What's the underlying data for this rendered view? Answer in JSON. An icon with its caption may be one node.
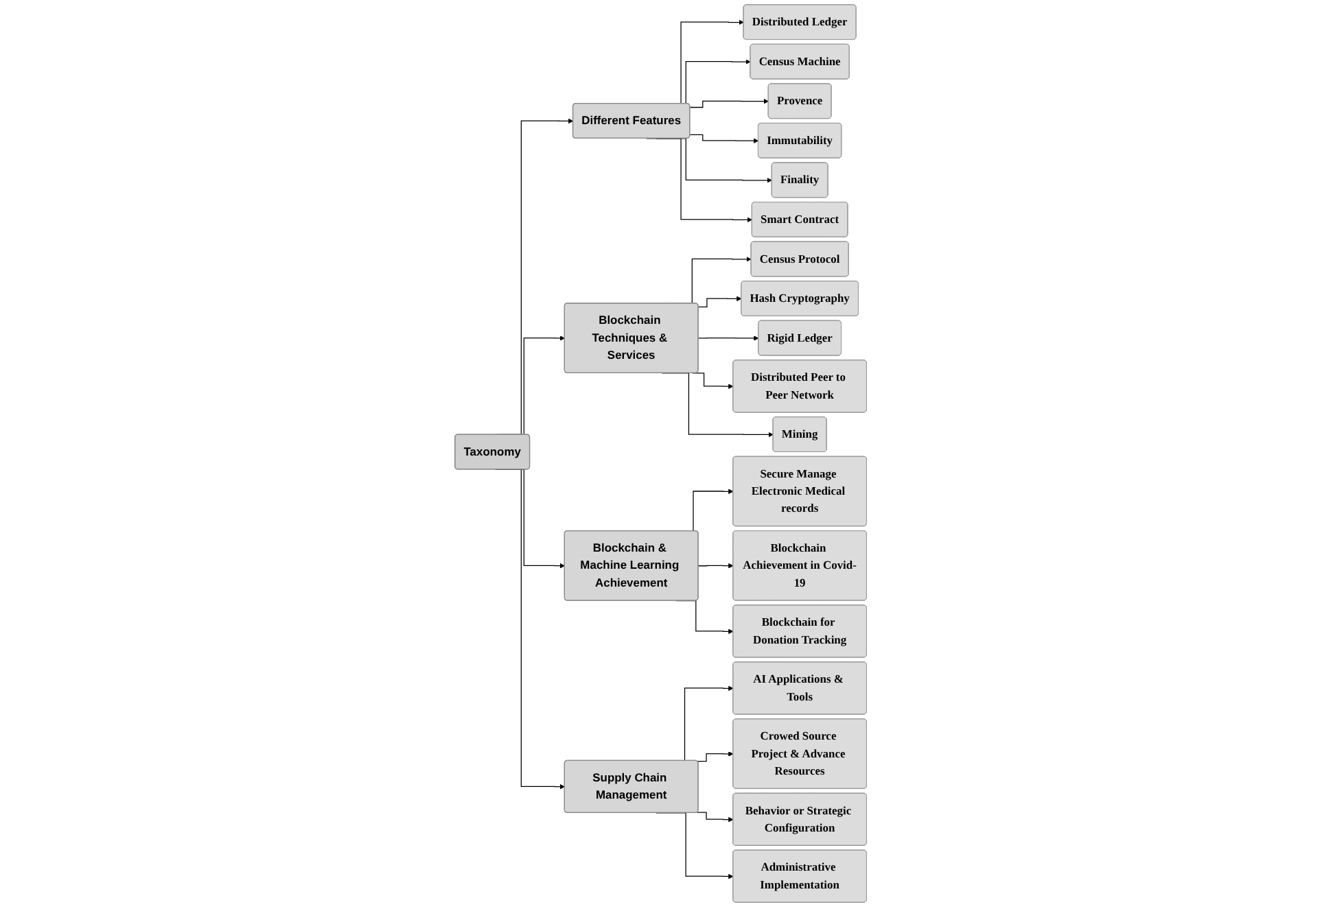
{
  "diagram": {
    "nodes": [
      {
        "text": [
          "Taxonomy"
        ]
      },
      {
        "text": [
          "Different Features"
        ]
      },
      {
        "text": [
          "Blockchain Techniques & Services"
        ]
      },
      {
        "text": [
          "Blockchain & Machine Learning Achievement"
        ]
      },
      {
        "text": [
          "Supply Chain Management"
        ]
      },
      {
        "text": [
          "Distributed Ledger"
        ]
      },
      {
        "text": [
          "Census Machine"
        ]
      },
      {
        "text": [
          "Provence"
        ]
      },
      {
        "text": [
          "Immutability"
        ]
      },
      {
        "text": [
          "Finality"
        ]
      },
      {
        "text": [
          "Smart Contract"
        ]
      },
      {
        "text": [
          "Census Protocol"
        ]
      },
      {
        "text": [
          "Hash Cryptography"
        ]
      },
      {
        "text": [
          "Rigid Ledger"
        ]
      },
      {
        "text": [
          "Distributed Peer to Peer Network"
        ]
      },
      {
        "text": [
          "Mining"
        ]
      },
      {
        "text": [
          "Secure Manage Electronic Medical records"
        ]
      },
      {
        "text": [
          "Blockchain Achievement in Covid-19"
        ]
      },
      {
        "text": [
          "Blockchain for Donation Tracking"
        ]
      },
      {
        "text": [
          "AI Applications & Tools"
        ]
      },
      {
        "text": [
          "Crowed Source Project & Advance Resources"
        ]
      },
      {
        "text": [
          "Behavior or Strategic Configuration"
        ]
      },
      {
        "text": [
          "Administrative Implementation"
        ]
      }
    ],
    "edges": [
      {
        "from": 0,
        "to": 1,
        "arrow": "to"
      },
      {
        "from": 0,
        "to": 2,
        "arrow": "to"
      },
      {
        "from": 0,
        "to": 3,
        "arrow": "to"
      },
      {
        "from": 0,
        "to": 4,
        "arrow": "to"
      },
      {
        "from": 1,
        "to": 5,
        "arrow": "to"
      },
      {
        "from": 1,
        "to": 6,
        "arrow": "to"
      },
      {
        "from": 1,
        "to": 7,
        "arrow": "to"
      },
      {
        "from": 1,
        "to": 8,
        "arrow": "to"
      },
      {
        "from": 1,
        "to": 9,
        "arrow": "to"
      },
      {
        "from": 1,
        "to": 10,
        "arrow": "to"
      },
      {
        "from": 2,
        "to": 11,
        "arrow": "to"
      },
      {
        "from": 2,
        "to": 12,
        "arrow": "to"
      },
      {
        "from": 2,
        "to": 13,
        "arrow": "to"
      },
      {
        "from": 2,
        "to": 14,
        "arrow": "to"
      },
      {
        "from": 2,
        "to": 15,
        "arrow": "to"
      },
      {
        "from": 3,
        "to": 16,
        "arrow": "to"
      },
      {
        "from": 3,
        "to": 17,
        "arrow": "to"
      },
      {
        "from": 3,
        "to": 18,
        "arrow": "to"
      },
      {
        "from": 4,
        "to": 19,
        "arrow": "to"
      },
      {
        "from": 4,
        "to": 20,
        "arrow": "to"
      },
      {
        "from": 4,
        "to": 21,
        "arrow": "to"
      },
      {
        "from": 4,
        "to": 22,
        "arrow": "to"
      }
    ]
  }
}
